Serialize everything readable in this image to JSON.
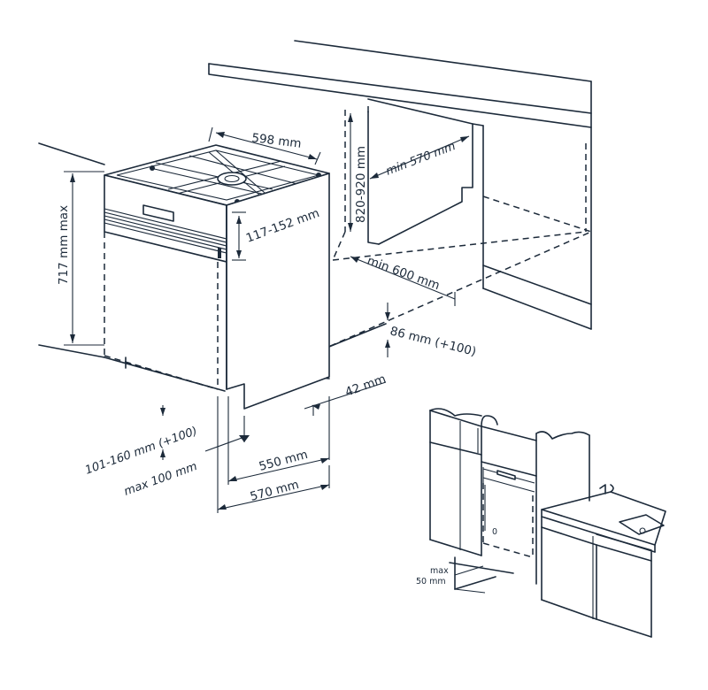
{
  "labels": {
    "width_598": "598 mm",
    "height_820_920": "820-920 mm",
    "depth_min_570": "min 570 mm",
    "height_717_max": "717 mm max",
    "panel_117_152": "117-152 mm",
    "depth_min_600": "min 600 mm",
    "gap_86": "86 mm (+100)",
    "gap_42": "42 mm",
    "plinth_101_160": "101-160 mm (+100)",
    "plinth_max_100": "max 100 mm",
    "depth_550": "550 mm",
    "depth_570": "570 mm",
    "inset_max": "max",
    "inset_50mm": "50   mm",
    "inset_zero": "0"
  }
}
